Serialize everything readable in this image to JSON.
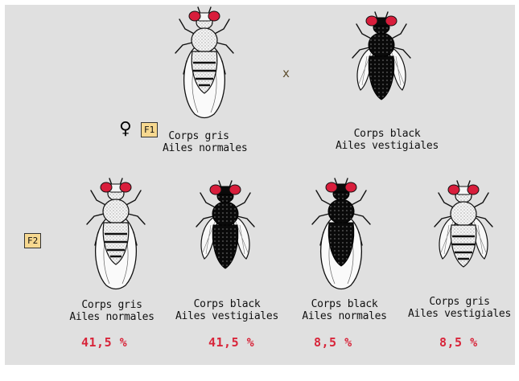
{
  "cross_symbol": "x",
  "female_symbol": "♀",
  "generations": {
    "f1": "F1",
    "f2": "F2"
  },
  "parents": [
    {
      "body": "Corps gris",
      "wings": "Ailes normales"
    },
    {
      "body": "Corps black",
      "wings": "Ailes vestigiales"
    }
  ],
  "offspring": [
    {
      "body": "Corps gris",
      "wings": "Ailes normales",
      "percent": "41,5 %"
    },
    {
      "body": "Corps black",
      "wings": "Ailes vestigiales",
      "percent": "41,5 %"
    },
    {
      "body": "Corps black",
      "wings": "Ailes normales",
      "percent": "8,5 %"
    },
    {
      "body": "Corps gris",
      "wings": "Ailes vestigiales",
      "percent": "8,5 %"
    }
  ],
  "colors": {
    "background": "#e0e0e0",
    "percent_text": "#d8253a",
    "eye": "#d81e3c",
    "grey_body": "#f2f2f2",
    "black_body": "#0a0a0a",
    "badge": "#f6d890"
  }
}
